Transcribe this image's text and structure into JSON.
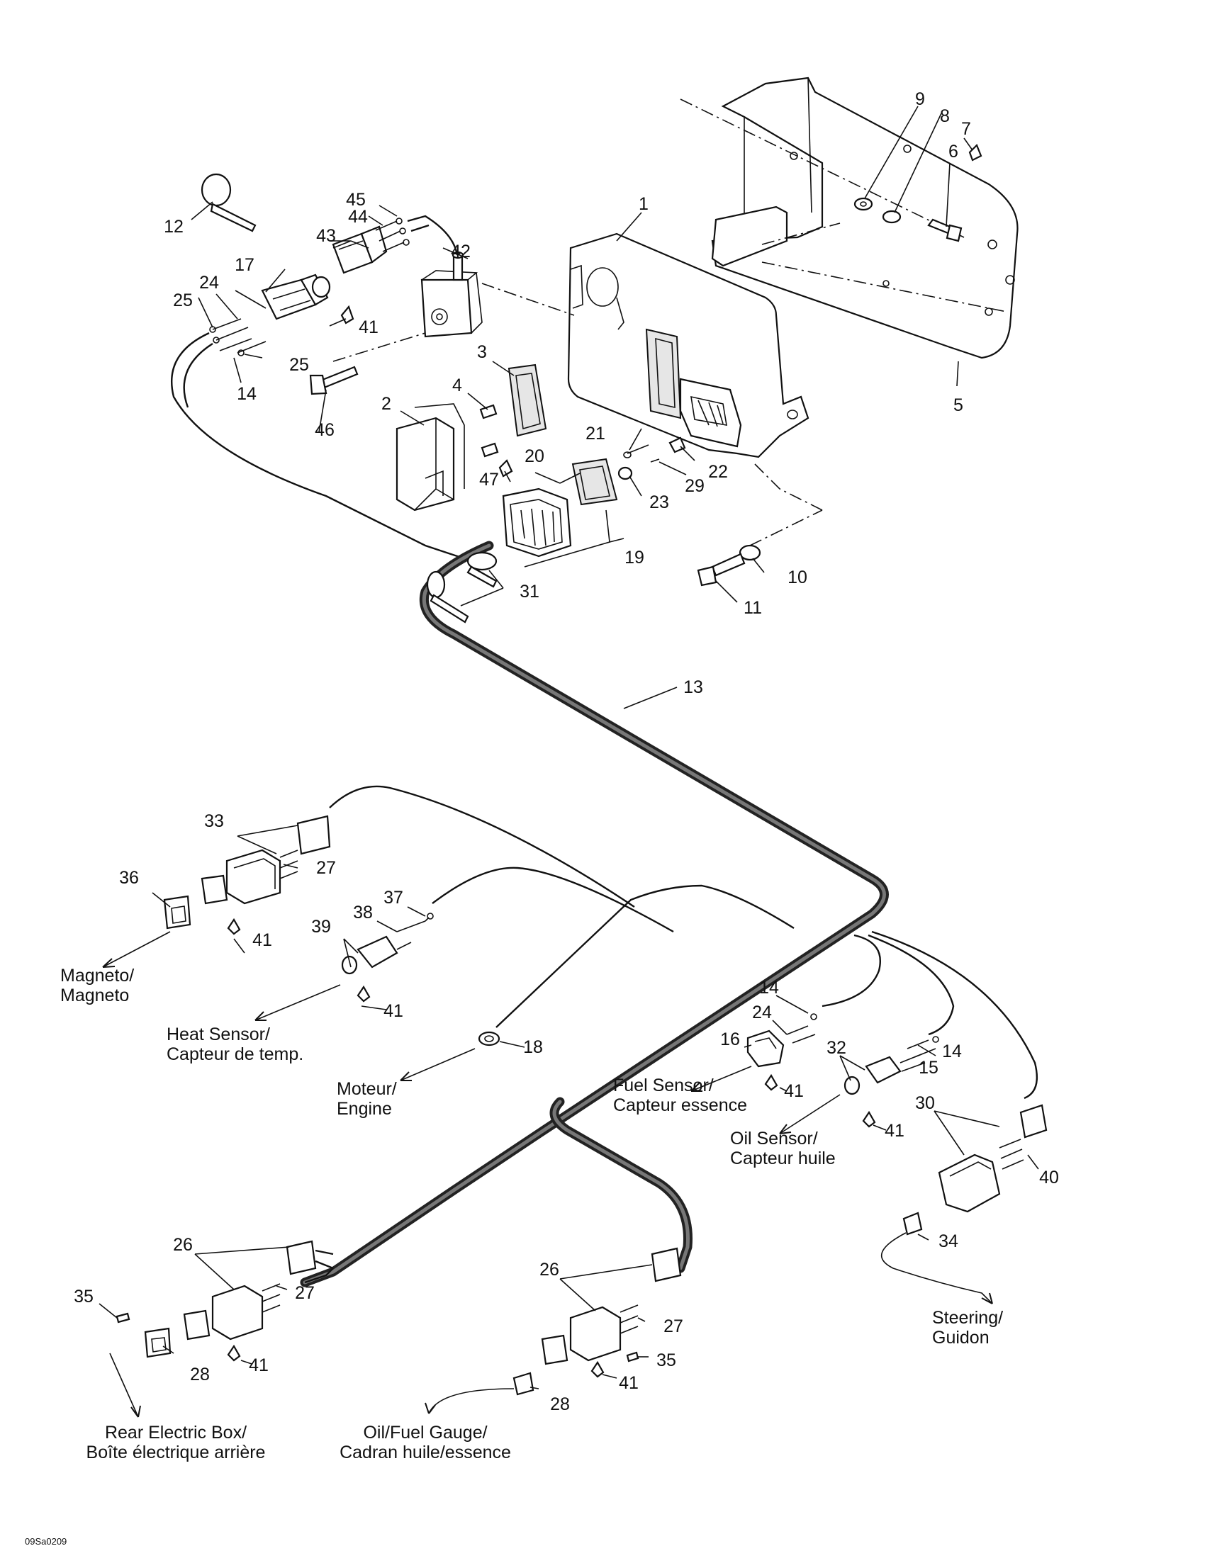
{
  "callouts": [
    "1",
    "2",
    "3",
    "4",
    "5",
    "6",
    "7",
    "8",
    "9",
    "10",
    "11",
    "12",
    "13",
    "14",
    "15",
    "16",
    "17",
    "18",
    "19",
    "20",
    "21",
    "22",
    "23",
    "24",
    "25",
    "26",
    "27",
    "28",
    "29",
    "30",
    "31",
    "32",
    "33",
    "34",
    "35",
    "36",
    "37",
    "38",
    "39",
    "40",
    "41",
    "42",
    "43",
    "44",
    "45",
    "46",
    "47"
  ],
  "captions": {
    "magneto": [
      "Magneto/",
      "Magneto"
    ],
    "heat_sensor": [
      "Heat Sensor/",
      "Capteur de temp."
    ],
    "engine": [
      "Moteur/",
      "Engine"
    ],
    "fuel_sensor": [
      "Fuel Sensor/",
      "Capteur essence"
    ],
    "oil_sensor": [
      "Oil Sensor/",
      "Capteur huile"
    ],
    "steering": [
      "Steering/",
      "Guidon"
    ],
    "rear_electric_box": [
      "Rear Electric Box/",
      "Boîte électrique arrière"
    ],
    "oil_fuel_gauge": [
      "Oil/Fuel Gauge/",
      "Cadran huile/essence"
    ]
  },
  "drawing_code": "09Sa0209"
}
